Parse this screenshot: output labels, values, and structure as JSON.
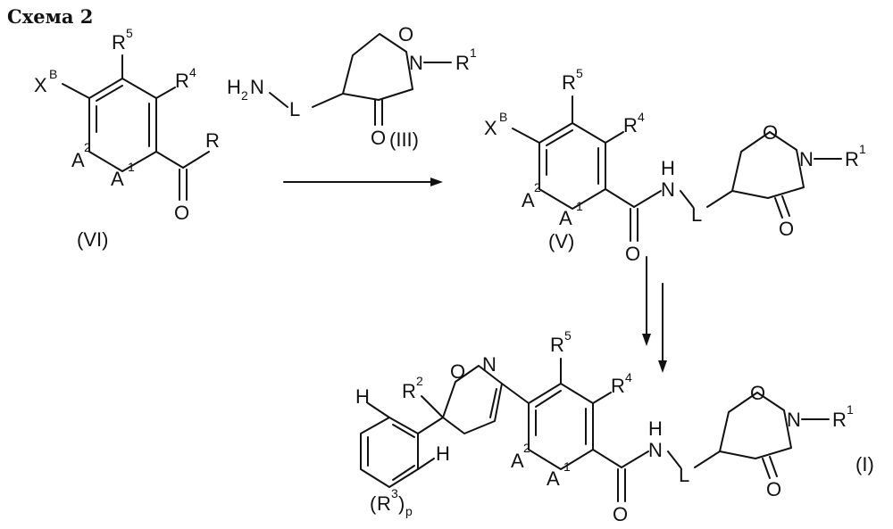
{
  "title": "Схема 2",
  "labels": {
    "vi": "(VI)",
    "iii": "(III)",
    "v": "(V)",
    "i": "(I)"
  },
  "atoms": {
    "x": "X",
    "b": "B",
    "a": "A",
    "one": "1",
    "two": "2",
    "three": "3",
    "four": "4",
    "five": "5",
    "r": "R",
    "o": "O",
    "n": "N",
    "h": "H",
    "l": "L",
    "p": "p",
    "h2n_h": "H",
    "h2n_n": "N",
    "sub2": "2",
    "open_paren": "(",
    "close_paren": ")"
  }
}
